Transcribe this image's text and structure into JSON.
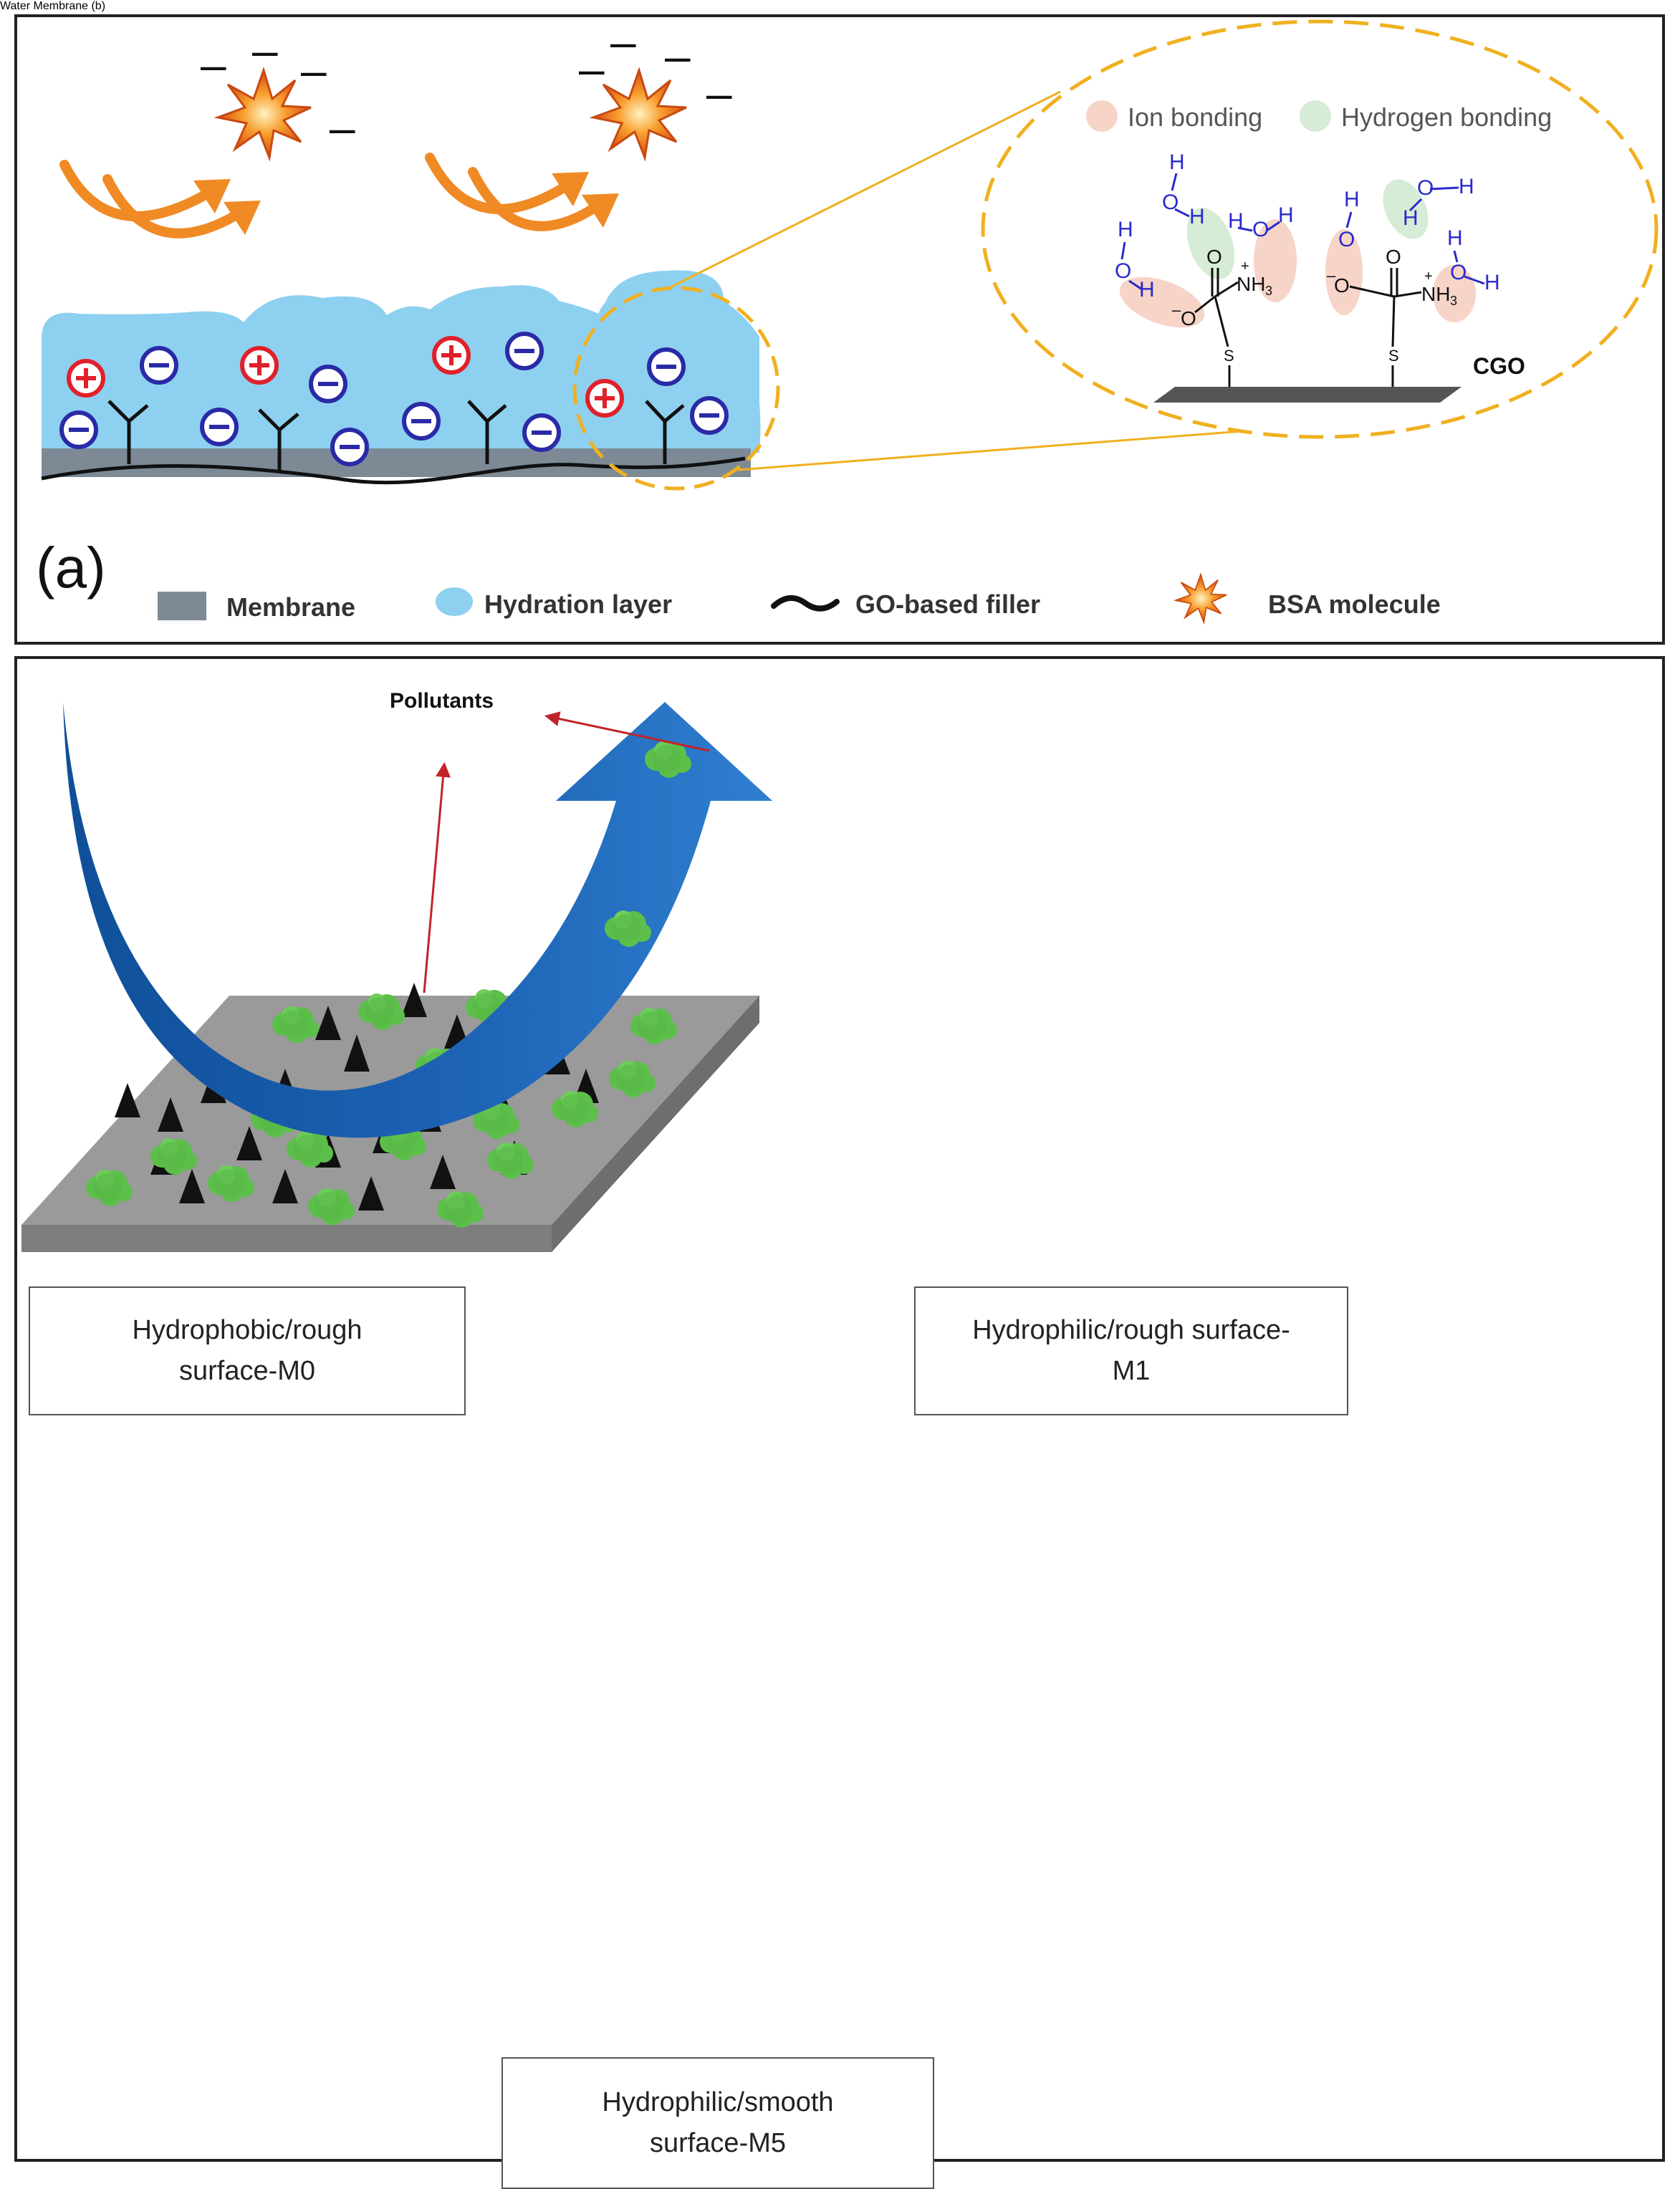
{
  "panel_a": {
    "letter": "(a)",
    "inset_legend": {
      "ion": "Ion bonding",
      "hydrogen": "Hydrogen bonding"
    },
    "cgo_label": "CGO",
    "legend": {
      "membrane": "Membrane",
      "hydration": "Hydration layer",
      "filler": "GO-based filler",
      "bsa": "BSA molecule"
    }
  },
  "panel_b": {
    "letter": "(b)",
    "pollutants": "Pollutants",
    "water": "Water",
    "membrane": "Membrane",
    "m0_line1": "Hydrophobic/rough",
    "m0_line2": "surface-M0",
    "m1_line1": "Hydrophilic/rough surface-",
    "m1_line2": "M1",
    "m5_line1": "Hydrophilic/smooth",
    "m5_line2": "surface-M5"
  },
  "colors": {
    "hydration": "#8ed0f0",
    "membrane": "#7d8a96",
    "arrow": "#1f5fae",
    "pollutant": "#5cbf4a",
    "positive": "#e0202a",
    "negative": "#2a2aa6",
    "orange": "#f08a24"
  }
}
